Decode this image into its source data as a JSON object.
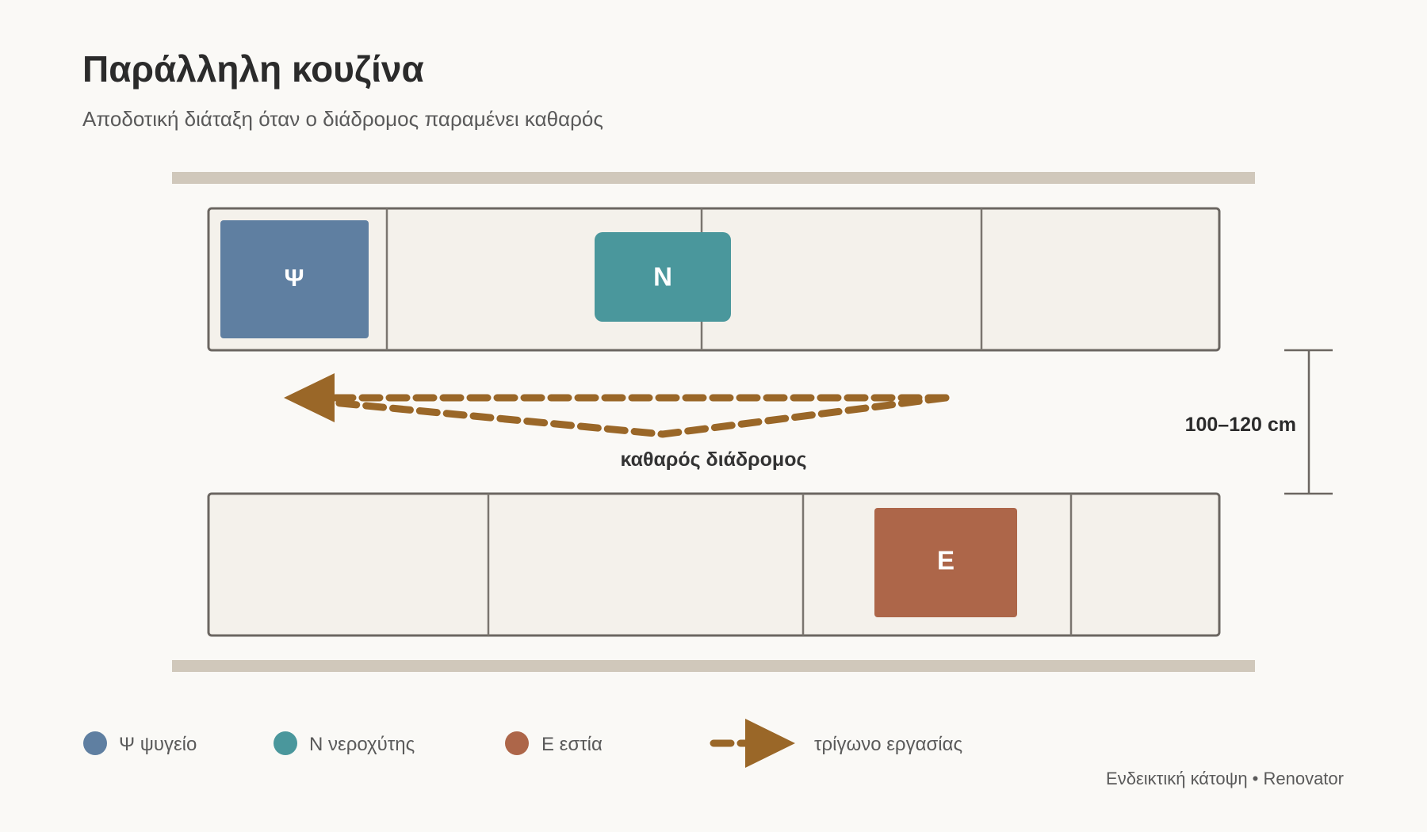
{
  "header": {
    "title": "Παράλληλη κουζίνα",
    "subtitle": "Αποδοτική διάταξη όταν ο διάδρομος παραμένει καθαρός"
  },
  "plan": {
    "fridge": {
      "letter": "Ψ",
      "color": "#5f7fa1"
    },
    "sink": {
      "letter": "Ν",
      "color": "#4a979c"
    },
    "stove": {
      "letter": "Ε",
      "color": "#ad6649"
    },
    "corridor_label": "καθαρός διάδρομος",
    "dimension_label": "100–120 cm",
    "path_color": "#9a6728"
  },
  "legend": {
    "fridge": "Ψ ψυγείο",
    "sink": "Ν νεροχύτης",
    "stove": "Ε εστία",
    "triangle": "τρίγωνο εργασίας"
  },
  "footer": {
    "note": "Ενδεικτική κάτοψη • Renovator"
  }
}
